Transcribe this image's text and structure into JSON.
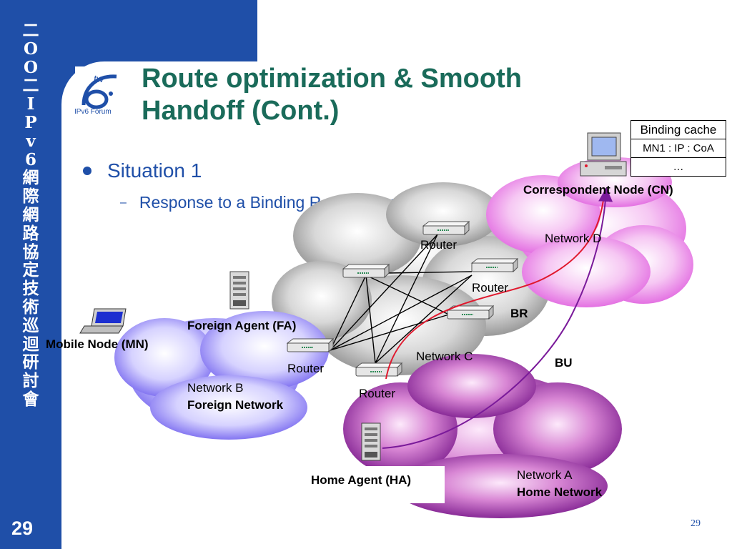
{
  "sidebar": {
    "chars": [
      "二",
      "O",
      "O",
      "二",
      "I",
      "P",
      "v",
      "6",
      "網",
      "際",
      "網",
      "路",
      "協",
      "定",
      "技",
      "術",
      "巡",
      "迴",
      "研",
      "討",
      "會"
    ],
    "slide_number": "29"
  },
  "logo": {
    "text": ".tw",
    "caption": "IPv6 Forum"
  },
  "title": {
    "line1": "Route optimization & Smooth",
    "line2": "Handoff (Cont.)"
  },
  "bullets": {
    "level1": "Situation 1",
    "level2": "Response to a Binding Request message"
  },
  "diagram": {
    "binding_cache": {
      "title": "Binding cache",
      "row1": "MN1 : IP : CoA",
      "row2": "…"
    },
    "correspondent_node": "Correspondent Node (CN)",
    "network_d": "Network D",
    "router_top": "Router",
    "router_right": "Router",
    "br": "BR",
    "foreign_agent": "Foreign Agent (FA)",
    "mobile_node": "Mobile Node (MN)",
    "network_c": "Network C",
    "router_left": "Router",
    "bu": "BU",
    "network_b": "Network B",
    "foreign_network": "Foreign Network",
    "router_bottom": "Router",
    "home_agent": "Home Agent (HA)",
    "network_a": "Network A",
    "home_network": "Home Network"
  },
  "colors": {
    "banner": "#1f4fa8",
    "title": "#1a6b5a",
    "br_line": "#e0182d",
    "bu_line": "#7a1a9a"
  },
  "page_number": "29"
}
